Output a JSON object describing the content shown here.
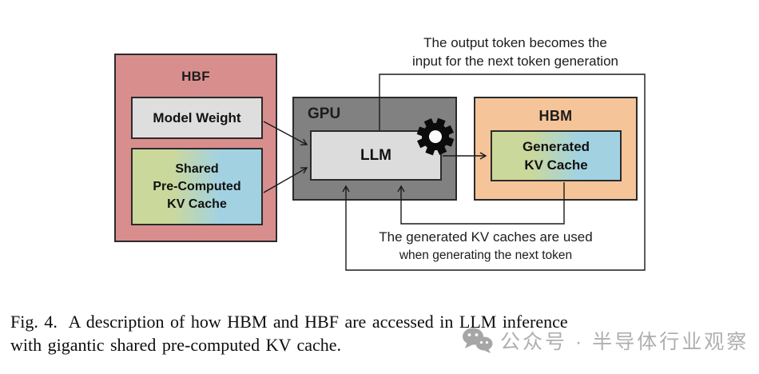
{
  "colors": {
    "hbf_fill": "#D98E8E",
    "hbm_fill": "#F5C498",
    "gpu_fill": "#818181",
    "inner_gray": "#DEDEDE",
    "kv_left": "#CBD89B",
    "kv_right": "#A2D2E2",
    "box_border": "#2B2B2B",
    "line_color": "#1A1A1A",
    "text_dark": "#1C1C1C",
    "watermark_gray": "#AFAFAF"
  },
  "diagram": {
    "hbf": {
      "title": "HBF",
      "model_weight_label": "Model Weight",
      "shared_kv_lines": [
        "Shared",
        "Pre-Computed",
        "KV Cache"
      ]
    },
    "gpu": {
      "title": "GPU",
      "llm_label": "LLM"
    },
    "hbm": {
      "title": "HBM",
      "generated_kv_lines": [
        "Generated",
        "KV Cache"
      ]
    },
    "annotations": {
      "output_token_line1": "The output token becomes the",
      "output_token_line2": "input for the next token generation",
      "generated_kv_line1": "The generated KV caches are used",
      "generated_kv_line2": "when generating the next token"
    }
  },
  "caption": {
    "line1": "Fig. 4.  A description of how HBM and HBF are accessed in LLM inference",
    "line2": "with gigantic shared pre-computed KV cache."
  },
  "watermark": {
    "text": "公众号 · 半导体行业观察"
  }
}
